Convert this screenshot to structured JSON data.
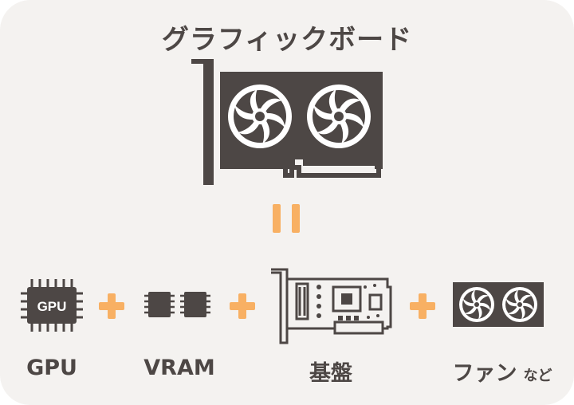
{
  "title": "グラフィックボード",
  "components": [
    {
      "label": "GPU",
      "chip_text": "GPU"
    },
    {
      "label": "VRAM"
    },
    {
      "label": "基盤"
    },
    {
      "label": "ファン",
      "suffix": "など"
    }
  ],
  "operators": {
    "equals": "=",
    "plus": "+"
  },
  "colors": {
    "background": "#f4f2f0",
    "dark": "#4d4745",
    "accent": "#f8b063",
    "light": "#ffffff"
  }
}
